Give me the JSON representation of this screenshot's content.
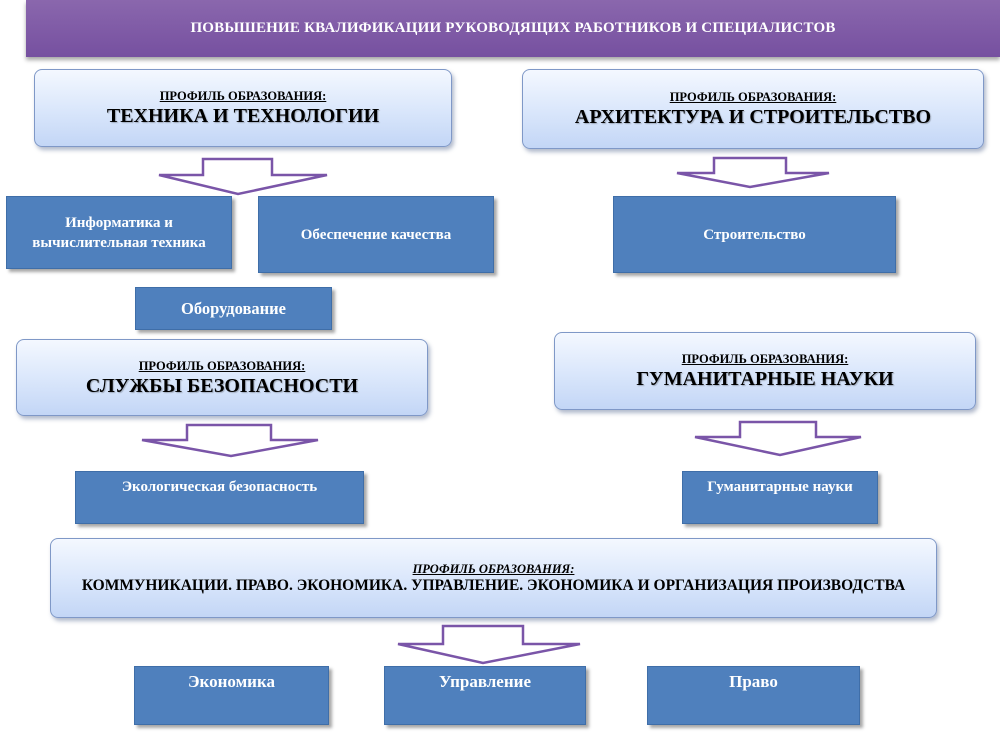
{
  "banner": {
    "title": "ПОВЫШЕНИЕ КВАЛИФИКАЦИИ РУКОВОДЯЩИХ РАБОТНИКОВ И СПЕЦИАЛИСТОВ"
  },
  "profile_caption": "ПРОФИЛЬ ОБРАЗОВАНИЯ:",
  "profiles": {
    "tech": {
      "name": "ТЕХНИКА И ТЕХНОЛОГИИ"
    },
    "arch": {
      "name": "АРХИТЕКТУРА И СТРОИТЕЛЬСТВО"
    },
    "security": {
      "name": "СЛУЖБЫ БЕЗОПАСНОСТИ"
    },
    "humanities": {
      "name": "ГУМАНИТАРНЫЕ НАУКИ"
    },
    "comm": {
      "name": "КОММУНИКАЦИИ. ПРАВО. ЭКОНОМИКА. УПРАВЛЕНИЕ. ЭКОНОМИКА И ОРГАНИЗАЦИЯ ПРОИЗВОДСТВА"
    }
  },
  "directions": {
    "informatics": "Информатика и вычислительная техника",
    "quality": "Обеспечение качества",
    "equipment": "Оборудование",
    "construction": "Строительство",
    "ecology": "Экологическая безопасность",
    "humanities": "Гуманитарные науки",
    "economics": "Экономика",
    "management": "Управление",
    "law": "Право"
  },
  "colors": {
    "banner": "#7b55a3",
    "tile": "#4f80bd",
    "arrow_stroke": "#7a55a8",
    "profile_fill": "#d9e6fb"
  }
}
